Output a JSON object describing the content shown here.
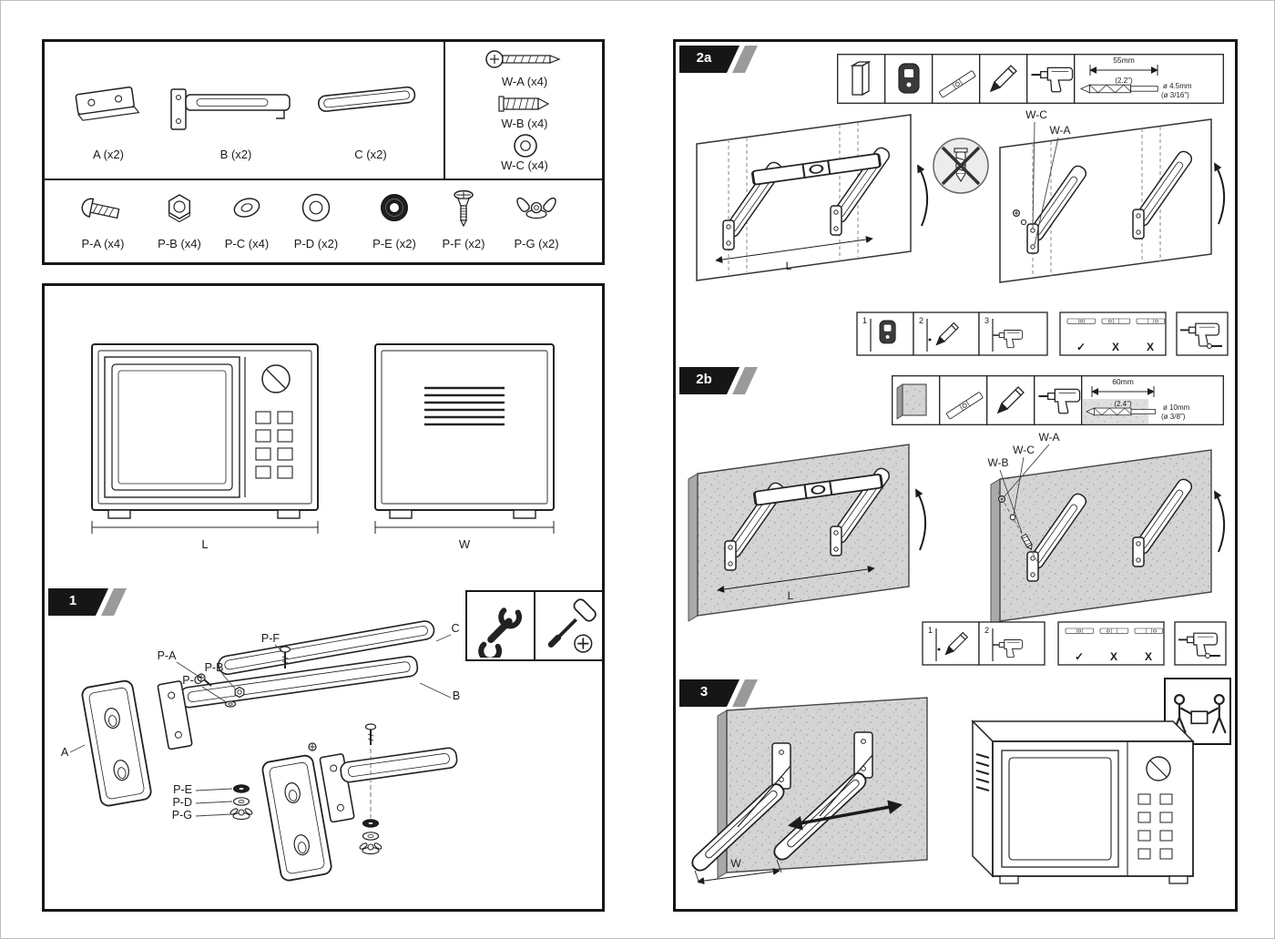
{
  "parts_box": {
    "main_parts": [
      {
        "id": "A",
        "label": "A (x2)"
      },
      {
        "id": "B",
        "label": "B (x2)"
      },
      {
        "id": "C",
        "label": "C (x2)"
      }
    ],
    "wall_parts": [
      {
        "id": "W-A",
        "label": "W-A (x4)"
      },
      {
        "id": "W-B",
        "label": "W-B (x4)"
      },
      {
        "id": "W-C",
        "label": "W-C (x4)"
      }
    ],
    "small_parts": [
      {
        "id": "P-A",
        "label": "P-A (x4)"
      },
      {
        "id": "P-B",
        "label": "P-B (x4)"
      },
      {
        "id": "P-C",
        "label": "P-C (x4)"
      },
      {
        "id": "P-D",
        "label": "P-D (x2)"
      },
      {
        "id": "P-E",
        "label": "P-E (x2)"
      },
      {
        "id": "P-F",
        "label": "P-F (x2)"
      },
      {
        "id": "P-G",
        "label": "P-G (x2)"
      }
    ]
  },
  "measurements": {
    "length_label": "L",
    "width_label": "W"
  },
  "step1": {
    "number": "1",
    "callouts": {
      "pa": "P-A",
      "pf": "P-F",
      "pb": "P-B",
      "pc": "P-C",
      "a": "A",
      "b": "B",
      "c": "C",
      "pe": "P-E",
      "pd": "P-D",
      "pg": "P-G"
    }
  },
  "step2a": {
    "number": "2a",
    "drill_spec": {
      "depth": "55mm",
      "depth_in": "(2.2\")",
      "diameter": "ø 4.5mm",
      "diameter_in": "(ø 3/16\")"
    },
    "callouts": {
      "wc": "W-C",
      "wa": "W-A",
      "l": "L"
    },
    "substeps": [
      "1",
      "2",
      "3"
    ],
    "level_marks": [
      "✓",
      "X",
      "X"
    ]
  },
  "step2b": {
    "number": "2b",
    "drill_spec": {
      "depth": "60mm",
      "depth_in": "(2.4\")",
      "diameter": "ø 10mm",
      "diameter_in": "(ø 3/8\")"
    },
    "callouts": {
      "wa": "W-A",
      "wc": "W-C",
      "wb": "W-B",
      "l": "L"
    },
    "substeps": [
      "1",
      "2"
    ],
    "level_marks": [
      "✓",
      "X",
      "X"
    ]
  },
  "step3": {
    "number": "3",
    "callouts": {
      "w": "W"
    }
  }
}
